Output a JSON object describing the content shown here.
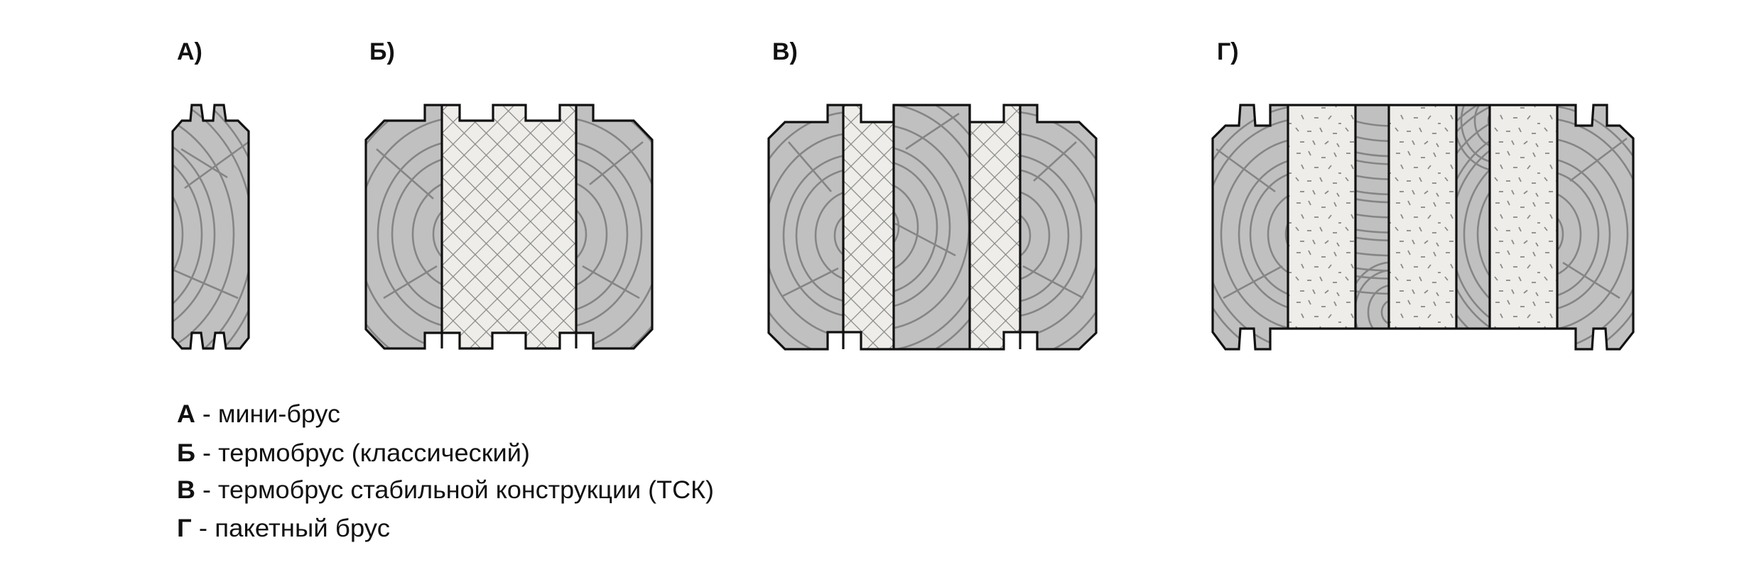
{
  "figures": [
    {
      "id": "a",
      "label": "А)"
    },
    {
      "id": "b",
      "label": "Б)"
    },
    {
      "id": "v",
      "label": "В)"
    },
    {
      "id": "g",
      "label": "Г)"
    }
  ],
  "legend": [
    {
      "letter": "А",
      "text": " - мини-брус"
    },
    {
      "letter": "Б",
      "text": " - термобрус (классический)"
    },
    {
      "letter": "В",
      "text": " - термобрус стабильной конструкции (ТСК)"
    },
    {
      "letter": "Г",
      "text": " - пакетный брус"
    }
  ],
  "colors": {
    "wood": "#c0c0c0",
    "insulation": "#eeede9",
    "pattern_line": "#888888",
    "outline": "#111111"
  }
}
